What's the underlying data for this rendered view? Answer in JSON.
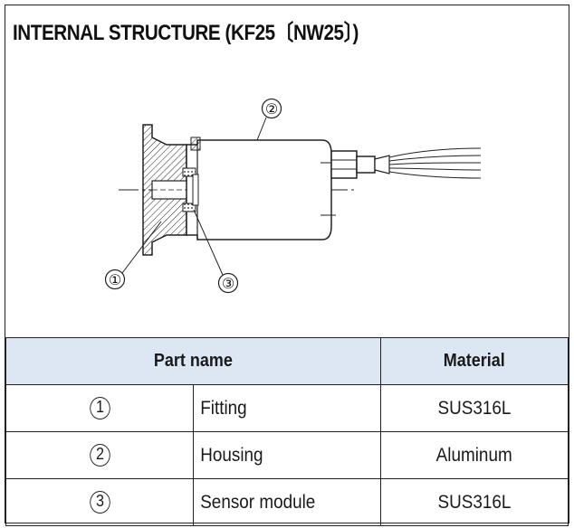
{
  "title": "INTERNAL STRUCTURE (KF25〔NW25〕)",
  "diagram": {
    "callouts": [
      "②",
      "①",
      "③"
    ]
  },
  "table": {
    "headers": [
      "Part name",
      "Material"
    ],
    "rows": [
      {
        "num": "1",
        "name": "Fitting",
        "material": "SUS316L"
      },
      {
        "num": "2",
        "name": "Housing",
        "material": "Aluminum"
      },
      {
        "num": "3",
        "name": "Sensor module",
        "material": "SUS316L"
      }
    ]
  },
  "colors": {
    "header_fill": "#dce7f3",
    "line": "#222222"
  }
}
